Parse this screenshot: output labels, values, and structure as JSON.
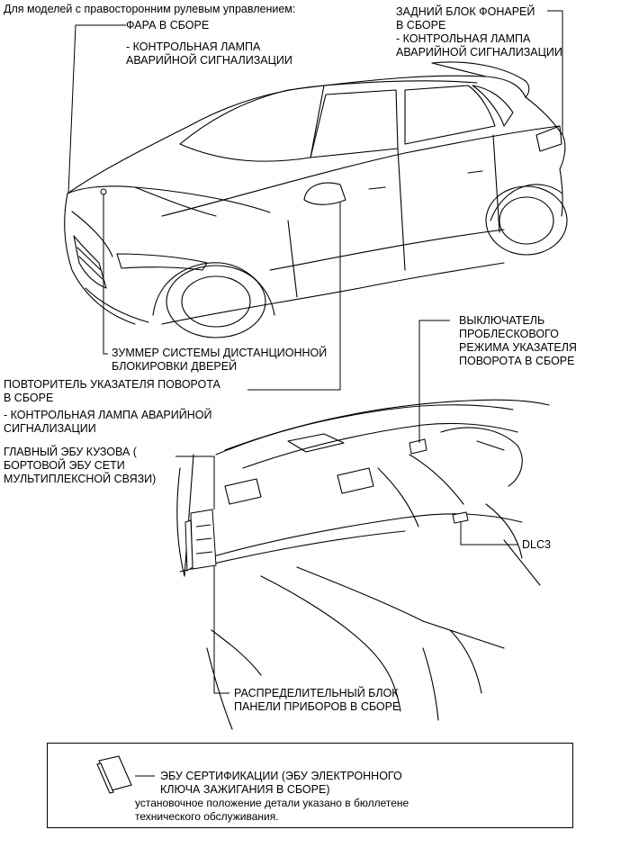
{
  "header": {
    "note": "Для моделей с правосторонним рулевым управлением:"
  },
  "labels": {
    "headlight_title": "ФАРА В СБОРЕ",
    "headlight_sub": "- КОНТРОЛЬНАЯ ЛАМПА\nАВАРИЙНОЙ СИГНАЛИЗАЦИИ",
    "rear_lamp_title": "ЗАДНИЙ БЛОК ФОНАРЕЙ\nВ СБОРЕ",
    "rear_lamp_sub": "- КОНТРОЛЬНАЯ ЛАМПА\nАВАРИЙНОЙ СИГНАЛИЗАЦИИ",
    "buzzer": "ЗУММЕР СИСТЕМЫ ДИСТАНЦИОННОЙ\nБЛОКИРОВКИ ДВЕРЕЙ",
    "side_repeater_title": "ПОВТОРИТЕЛЬ УКАЗАТЕЛЯ ПОВОРОТА\nВ СБОРЕ",
    "side_repeater_sub": "- КОНТРОЛЬНАЯ ЛАМПА АВАРИЙНОЙ\nСИГНАЛИЗАЦИИ",
    "turn_switch": "ВЫКЛЮЧАТЕЛЬ\nПРОБЛЕСКОВОГО\nРЕЖИМА УКАЗАТЕЛЯ\nПОВОРОТА В СБОРЕ",
    "main_body_ecu": "ГЛАВНЫЙ ЭБУ КУЗОВА (\nБОРТОВОЙ ЭБУ СЕТИ\nМУЛЬТИПЛЕКСНОЙ СВЯЗИ)",
    "dlc3": "DLC3",
    "junction_block": "РАСПРЕДЕЛИТЕЛЬНЫЙ БЛОК\nПАНЕЛИ ПРИБОРОВ В СБОРЕ"
  },
  "footnote": {
    "ecu_title": "ЭБУ СЕРТИФИКАЦИИ (ЭБУ ЭЛЕКТРОННОГО\nКЛЮЧА ЗАЖИГАНИЯ В СБОРЕ)",
    "ecu_note": "установочное положение детали указано в бюллетене\nтехнического обслуживания."
  }
}
